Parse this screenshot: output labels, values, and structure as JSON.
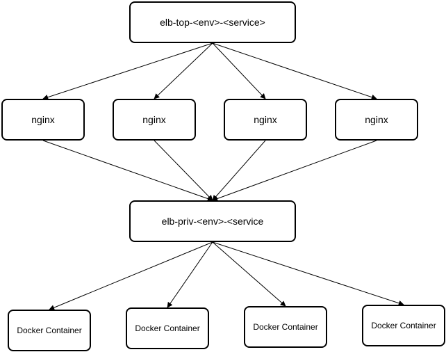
{
  "diagram": {
    "top_load_balancer": {
      "label": "elb-top-<env>-<service>"
    },
    "proxies": [
      {
        "label": "nginx"
      },
      {
        "label": "nginx"
      },
      {
        "label": "nginx"
      },
      {
        "label": "nginx"
      }
    ],
    "private_load_balancer": {
      "label": "elb-priv-<env>-<service"
    },
    "containers": [
      {
        "label": "Docker Container"
      },
      {
        "label": "Docker Container"
      },
      {
        "label": "Docker Container"
      },
      {
        "label": "Docker Container"
      }
    ],
    "edges": [
      {
        "from": "elb-top-<env>-<service>",
        "to": "nginx 1"
      },
      {
        "from": "elb-top-<env>-<service>",
        "to": "nginx 2"
      },
      {
        "from": "elb-top-<env>-<service>",
        "to": "nginx 3"
      },
      {
        "from": "elb-top-<env>-<service>",
        "to": "nginx 4"
      },
      {
        "from": "nginx 1",
        "to": "elb-priv-<env>-<service"
      },
      {
        "from": "nginx 2",
        "to": "elb-priv-<env>-<service"
      },
      {
        "from": "nginx 3",
        "to": "elb-priv-<env>-<service"
      },
      {
        "from": "nginx 4",
        "to": "elb-priv-<env>-<service"
      },
      {
        "from": "elb-priv-<env>-<service",
        "to": "Docker Container 1"
      },
      {
        "from": "elb-priv-<env>-<service",
        "to": "Docker Container 2"
      },
      {
        "from": "elb-priv-<env>-<service",
        "to": "Docker Container 3"
      },
      {
        "from": "elb-priv-<env>-<service",
        "to": "Docker Container 4"
      }
    ],
    "colors": {
      "stroke": "#000000",
      "fill": "#ffffff",
      "text": "#000000"
    }
  }
}
